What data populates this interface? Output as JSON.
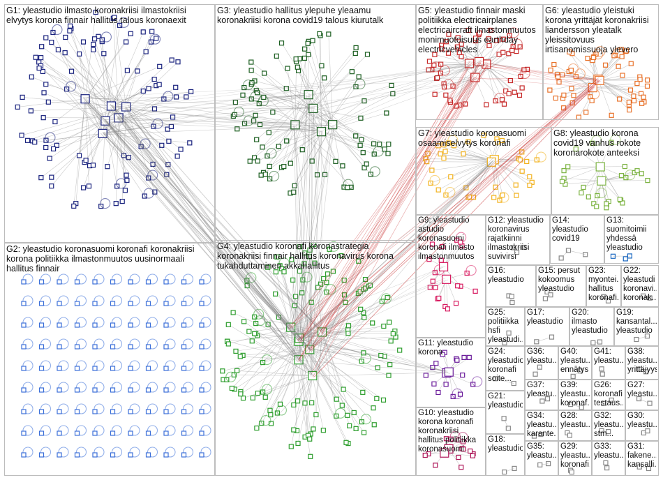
{
  "groups": [
    {
      "id": "G1",
      "label": "G1: yleastudio ilmasto koronakriisi ilmastokriisi elvytys korona finnair hallitus talous koronaexit",
      "color": "#1a237e"
    },
    {
      "id": "G2",
      "label": "G2: yleastudio koronasuomi koronafi koronakriisi korona politiikka ilmastonmuutos uusinormaali hallitus finnair",
      "color": "#3b6fd8"
    },
    {
      "id": "G3",
      "label": "G3: yleastudio hallitus ylepuhe yleaamu koronakriisi korona covid19 talous kiurutalk",
      "color": "#1b5e20"
    },
    {
      "id": "G4",
      "label": "G4: yleastudio koronafi koronastrategia koronakriisi finnair hallitus koronavirus korona tukahduttaminen akkahallitus",
      "color": "#2e9e2e"
    },
    {
      "id": "G5",
      "label": "G5: yleastudio finnair maski politiikka electricairplanes electricaircraft ilmastonmuutos monimuotoisuus earthday electricvehicles",
      "color": "#c62828"
    },
    {
      "id": "G6",
      "label": "G6: yleastudio yleistuki korona yrittäjät koronakriisi liandersson yleatalk yleissitovuus irtisanomissuoja ylevero",
      "color": "#e8732c"
    },
    {
      "id": "G7",
      "label": "G7: yleastudio koronasuomi osaamiselvytys koronafi",
      "color": "#f2b21e"
    },
    {
      "id": "G8",
      "label": "G8: yleastudio korona covid19 vanhus rokote koronarokote anteeksi",
      "color": "#7cb342"
    },
    {
      "id": "G9",
      "label": "G9: yleastudio astudio koronasuomi koronafi ilmasto ilmastonmuutos",
      "color": "#d81b60"
    },
    {
      "id": "G10",
      "label": "G10: yleastudio korona koronafi koronakriisi hallitus politiikka koronasuomi",
      "color": "#ad1457"
    },
    {
      "id": "G11",
      "label": "G11: yleastudio korona",
      "color": "#6a1b9a"
    },
    {
      "id": "G12",
      "label": "G12: yleastudio koronavirus rajatkiinni ilmastokriisi suvivirsi",
      "color": "#888888"
    },
    {
      "id": "G13",
      "label": "G13: suomitoimii yhdessä yleastudio",
      "color": "#1565c0"
    },
    {
      "id": "G14",
      "label": "G14: yleastudio covid19",
      "color": "#888888"
    },
    {
      "id": "G15",
      "label": "G15: persut kokoomus yleastudio",
      "color": "#888888"
    },
    {
      "id": "G16",
      "label": "G16: yleastudio",
      "color": "#888888"
    },
    {
      "id": "G17",
      "label": "G17: yleastudio",
      "color": "#888888"
    },
    {
      "id": "G18",
      "label": "G18: yleastudio",
      "color": "#888888"
    },
    {
      "id": "G19",
      "label": "G19: kansantal... yleastudio",
      "color": "#888888"
    },
    {
      "id": "G20",
      "label": "G20: ilmasto yleastudio",
      "color": "#888888"
    },
    {
      "id": "G21",
      "label": "G21: yleastudio",
      "color": "#888888"
    },
    {
      "id": "G22",
      "label": "G22: yleastudi koronavi... koronak...",
      "color": "#888888"
    },
    {
      "id": "G23",
      "label": "G23: myontei... hallitus koronafi...",
      "color": "#888888"
    },
    {
      "id": "G24",
      "label": "G24: yleastudio koronafi soite...",
      "color": "#888888"
    },
    {
      "id": "G25",
      "label": "G25: politiikka hsfi yleastudi...",
      "color": "#888888"
    },
    {
      "id": "G26",
      "label": "G26: koronafi testaus...",
      "color": "#888888"
    },
    {
      "id": "G27",
      "label": "G27: yleastu...",
      "color": "#888888"
    },
    {
      "id": "G28",
      "label": "G28: yleastu...",
      "color": "#888888"
    },
    {
      "id": "G29",
      "label": "G29: yleastu... koronafi...",
      "color": "#888888"
    },
    {
      "id": "G30",
      "label": "G30: yleastu...",
      "color": "#888888"
    },
    {
      "id": "G31",
      "label": "G31: fakene... kansalli...",
      "color": "#888888"
    },
    {
      "id": "G32",
      "label": "G32: yleastu... stm...",
      "color": "#888888"
    },
    {
      "id": "G33",
      "label": "G33: yleastu...",
      "color": "#888888"
    },
    {
      "id": "G34",
      "label": "G34: yleastu... karante...",
      "color": "#888888"
    },
    {
      "id": "G35",
      "label": "G35: yleastu...",
      "color": "#888888"
    },
    {
      "id": "G36",
      "label": "G36: yleastu...",
      "color": "#888888"
    },
    {
      "id": "G37",
      "label": "G37: yleastu...",
      "color": "#888888"
    },
    {
      "id": "G38",
      "label": "G38: yleastu... yrittäjyys...",
      "color": "#888888"
    },
    {
      "id": "G39",
      "label": "G39: yleastu... koronaf...",
      "color": "#888888"
    },
    {
      "id": "G40",
      "label": "G40: yleastu... ennätys",
      "color": "#888888"
    },
    {
      "id": "G41",
      "label": "G41: yleastu...",
      "color": "#888888"
    }
  ]
}
